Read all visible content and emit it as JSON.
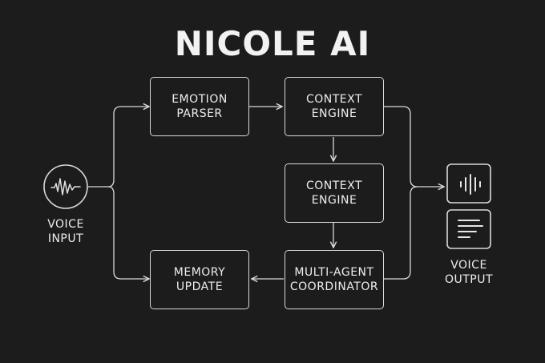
{
  "title": "NICOLE AI",
  "nodes": {
    "emotion_parser": "EMOTION\nPARSER",
    "context_engine_top": "CONTEXT\nENGINE",
    "context_engine_mid": "CONTEXT\nENGINE",
    "memory_update": "MEMORY\nUPDATE",
    "multi_agent_coordinator": "MULTI-AGENT\nCOORDINATOR"
  },
  "io": {
    "voice_input": "VOICE\nINPUT",
    "voice_output": "VOICE\nOUTPUT"
  },
  "icons": {
    "input": "waveform-icon",
    "output_audio": "audio-bars-icon",
    "output_text": "text-lines-icon"
  },
  "colors": {
    "background": "#1c1c1c",
    "stroke": "#d9d9d9",
    "text": "#eeeeee"
  }
}
